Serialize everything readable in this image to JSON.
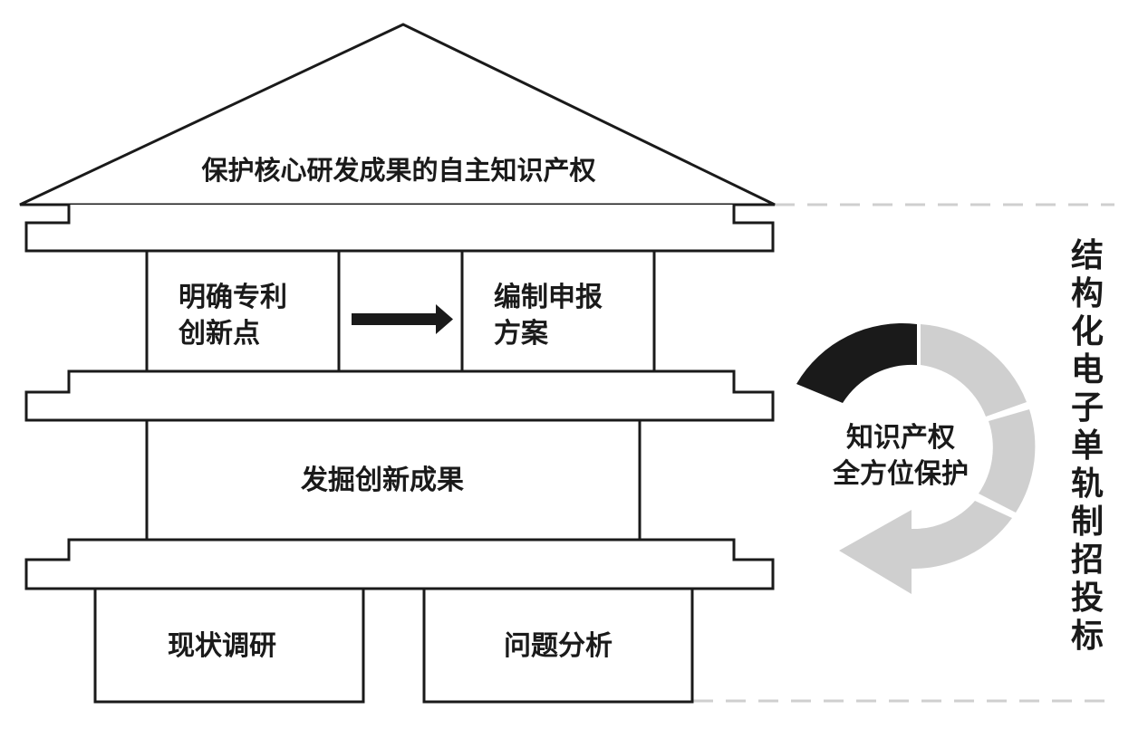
{
  "roof": {
    "title": "保护核心研发成果的自主知识产权"
  },
  "upper_floor": {
    "left_box": {
      "line1": "明确专利",
      "line2": "创新点"
    },
    "right_box": {
      "line1": "编制申报",
      "line2": "方案"
    }
  },
  "middle_floor": {
    "label": "发掘创新成果"
  },
  "foundation": {
    "left_box": "现状调研",
    "right_box": "问题分析"
  },
  "cycle": {
    "line1": "知识产权",
    "line2": "全方位保护"
  },
  "side_title": [
    "结",
    "构",
    "化",
    "电",
    "子",
    "单",
    "轨",
    "制",
    "招",
    "投",
    "标"
  ],
  "colors": {
    "stroke": "#1a1a1a",
    "dark_segment": "#1a1a1a",
    "light_segment": "#cfcfcf",
    "dash": "#cfcfcf"
  }
}
